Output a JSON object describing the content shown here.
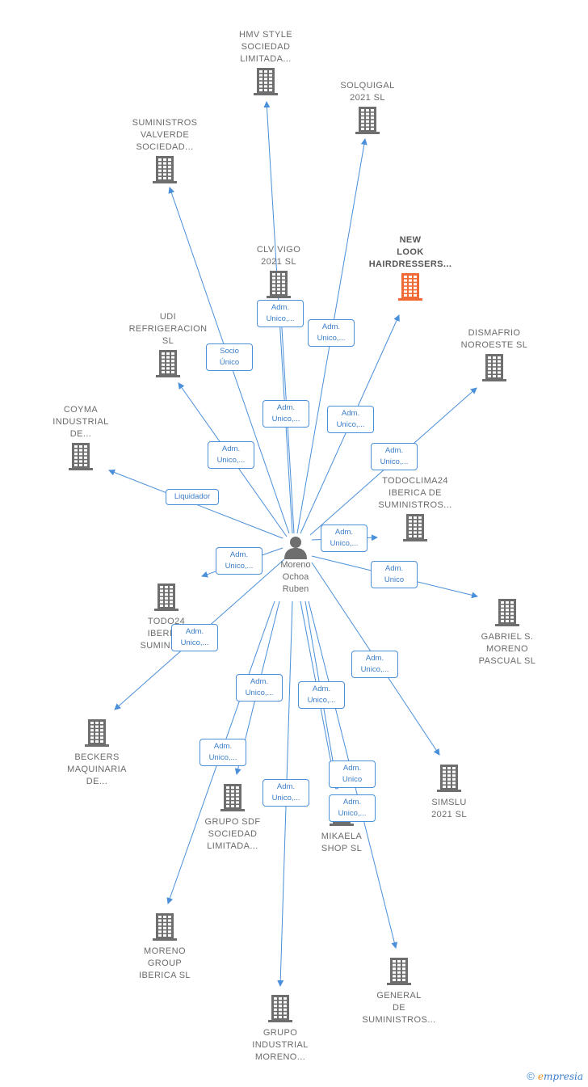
{
  "colors": {
    "edge": "#4a8fd9",
    "building": "#6e6e6e",
    "building_highlight": "#f06a35",
    "person": "#6e6e6e"
  },
  "center": {
    "name": "Moreno\nOchoa\nRuben",
    "icon": "person-icon"
  },
  "companies": [
    {
      "id": "hmv",
      "name": "HMV STYLE\nSOCIEDAD\nLIMITADA...",
      "icon": "building-icon"
    },
    {
      "id": "solquigal",
      "name": "SOLQUIGAL\n2021  SL",
      "icon": "building-icon"
    },
    {
      "id": "suministros-valverde",
      "name": "SUMINISTROS\nVALVERDE\nSOCIEDAD...",
      "icon": "building-icon"
    },
    {
      "id": "clv-vigo",
      "name": "CLV VIGO\n2021  SL",
      "icon": "building-icon"
    },
    {
      "id": "new-look",
      "name": "NEW\nLOOK\nHAIRDRESSERS...",
      "icon": "building-icon",
      "highlight": true
    },
    {
      "id": "udi",
      "name": "UDI\nREFRIGERACION\nSL",
      "icon": "building-icon"
    },
    {
      "id": "dismafrio",
      "name": "DISMAFRIO\nNOROESTE  SL",
      "icon": "building-icon"
    },
    {
      "id": "coyma",
      "name": "COYMA\nINDUSTRIAL\nDE...",
      "icon": "building-icon"
    },
    {
      "id": "todoclima24",
      "name": "TODOCLIMA24\nIBERICA DE\nSUMINISTROS...",
      "icon": "building-icon"
    },
    {
      "id": "todo24",
      "name": "TODO24\nIBERICA\nSUMINIST...",
      "icon": "building-icon"
    },
    {
      "id": "gabriel",
      "name": "GABRIEL S.\nMORENO\nPASCUAL  SL",
      "icon": "building-icon"
    },
    {
      "id": "beckers",
      "name": "BECKERS\nMAQUINARIA\nDE...",
      "icon": "building-icon"
    },
    {
      "id": "simslu",
      "name": "SIMSLU\n2021  SL",
      "icon": "building-icon"
    },
    {
      "id": "grupo-sdf",
      "name": "GRUPO SDF\nSOCIEDAD\nLIMITADA...",
      "icon": "building-icon"
    },
    {
      "id": "mikaela",
      "name": "MIKAELA\nSHOP  SL",
      "icon": "building-icon"
    },
    {
      "id": "moreno-group",
      "name": "MORENO\nGROUP\nIBERICA  SL",
      "icon": "building-icon"
    },
    {
      "id": "general",
      "name": "GENERAL\nDE\nSUMINISTROS...",
      "icon": "building-icon"
    },
    {
      "id": "grupo-industrial",
      "name": "GRUPO\nINDUSTRIAL\nMORENO...",
      "icon": "building-icon"
    }
  ],
  "relations": [
    {
      "to": "hmv",
      "role": "Adm.\nUnico,..."
    },
    {
      "to": "solquigal",
      "role": "Adm.\nUnico,..."
    },
    {
      "to": "suministros-valverde",
      "role": "Socio\nÚnico"
    },
    {
      "to": "clv-vigo",
      "role": "Adm.\nUnico,..."
    },
    {
      "to": "new-look",
      "role": "Adm.\nUnico,..."
    },
    {
      "to": "udi",
      "role": "Adm.\nUnico,..."
    },
    {
      "to": "dismafrio",
      "role": "Adm.\nUnico,..."
    },
    {
      "to": "coyma",
      "role": "Liquidador"
    },
    {
      "to": "todoclima24",
      "role": "Adm.\nUnico,..."
    },
    {
      "to": "todo24",
      "role": "Adm.\nUnico,..."
    },
    {
      "to": "gabriel",
      "role": "Adm.\nUnico"
    },
    {
      "to": "beckers",
      "role": "Adm.\nUnico,..."
    },
    {
      "to": "simslu",
      "role": "Adm.\nUnico,..."
    },
    {
      "to": "grupo-sdf",
      "role": "Adm.\nUnico,..."
    },
    {
      "to": "mikaela",
      "role": "Adm.\nUnico,..."
    },
    {
      "to": "mikaela",
      "role": "Adm.\nUnico"
    },
    {
      "to": "moreno-group",
      "role": "Adm.\nUnico,..."
    },
    {
      "to": "general",
      "role": "Adm.\nUnico,..."
    },
    {
      "to": "grupo-industrial",
      "role": "Adm.\nUnico,..."
    }
  ],
  "brand": {
    "copyright": "©",
    "e": "e",
    "rest": "mpresia"
  }
}
